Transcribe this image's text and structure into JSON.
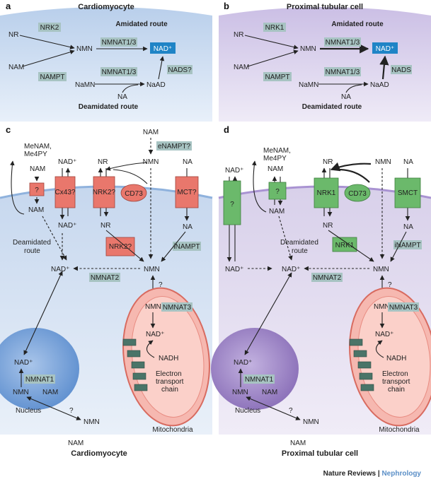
{
  "colors": {
    "cardio_bg": "#c6d7ee",
    "cardio_band": "#9fbfe4",
    "tubular_bg": "#d8d0ea",
    "tubular_band": "#b8a9d9",
    "enzyme_box": "#a7c3c2",
    "nad_box": "#1f84c6",
    "red_transporter": "#e9776c",
    "green_transporter": "#6bb96b",
    "mito_fill": "#f6b8b0",
    "nucleus_cardio": "#5e8fcf",
    "nucleus_tubular": "#8a6fb8",
    "footer_accent": "#5b8fc7"
  },
  "panel_a": {
    "letter": "a",
    "title": "Cardiomyocyte",
    "amidated": "Amidated route",
    "deamidated": "Deamidated route",
    "nr": "NR",
    "nrk": "NRK2",
    "nmn": "NMN",
    "nam": "NAM",
    "nampt": "NAMPT",
    "nmnat_top": "NMNAT1/3",
    "nmnat_bottom": "NMNAT1/3",
    "nad": "NAD⁺",
    "nads": "NADS?",
    "namn": "NaMN",
    "na": "NA",
    "naad": "NaAD"
  },
  "panel_b": {
    "letter": "b",
    "title": "Proximal tubular cell",
    "amidated": "Amidated route",
    "deamidated": "Deamidated route",
    "nr": "NR",
    "nrk": "NRK1",
    "nmn": "NMN",
    "nam": "NAM",
    "nampt": "NAMPT",
    "nmnat_top": "NMNAT1/3",
    "nmnat_bottom": "NMNAT1/3",
    "nad": "NAD⁺",
    "nads": "NADS",
    "namn": "NaMN",
    "na": "NA",
    "naad": "NaAD"
  },
  "panel_c": {
    "letter": "c",
    "name": "Cardiomyocyte",
    "menam": "MeNAM,",
    "me4py": "Me4PY",
    "nam": "NAM",
    "nad": "NAD⁺",
    "nr": "NR",
    "na": "NA",
    "nmn": "NMN",
    "q": "?",
    "cx43": "Cx43?",
    "nrk_tr": "NRK2?",
    "cd73": "CD73",
    "mct": "MCT?",
    "enampt": "eNAMPT?",
    "nrk_in": "NRK2?",
    "inampt": "iNAMPT",
    "deam1": "Deamidated",
    "deam2": "route",
    "nmnat2": "NMNAT2",
    "nmnat3": "NMNAT3",
    "nmnat1": "NMNAT1",
    "nadh": "NADH",
    "etc1": "Electron",
    "etc2": "transport",
    "etc3": "chain",
    "nucleus": "Nucleus",
    "mito": "Mitochondria"
  },
  "panel_d": {
    "letter": "d",
    "name": "Proximal tubular cell",
    "menam": "MeNAM,",
    "me4py": "Me4PY",
    "nam": "NAM",
    "nad": "NAD⁺",
    "nr": "NR",
    "na": "NA",
    "nmn": "NMN",
    "q": "?",
    "nrk_tr": "NRK1",
    "cd73": "CD73",
    "smct": "SMCT",
    "nrk_in": "NRK1",
    "inampt": "iNAMPT",
    "deam1": "Deamidated",
    "deam2": "route",
    "nmnat2": "NMNAT2",
    "nmnat3": "NMNAT3",
    "nmnat1": "NMNAT1",
    "nadh": "NADH",
    "etc1": "Electron",
    "etc2": "transport",
    "etc3": "chain",
    "nucleus": "Nucleus",
    "mito": "Mitochondria"
  },
  "footer": {
    "journal": "Nature Reviews",
    "sep": " | ",
    "section": "Nephrology"
  }
}
